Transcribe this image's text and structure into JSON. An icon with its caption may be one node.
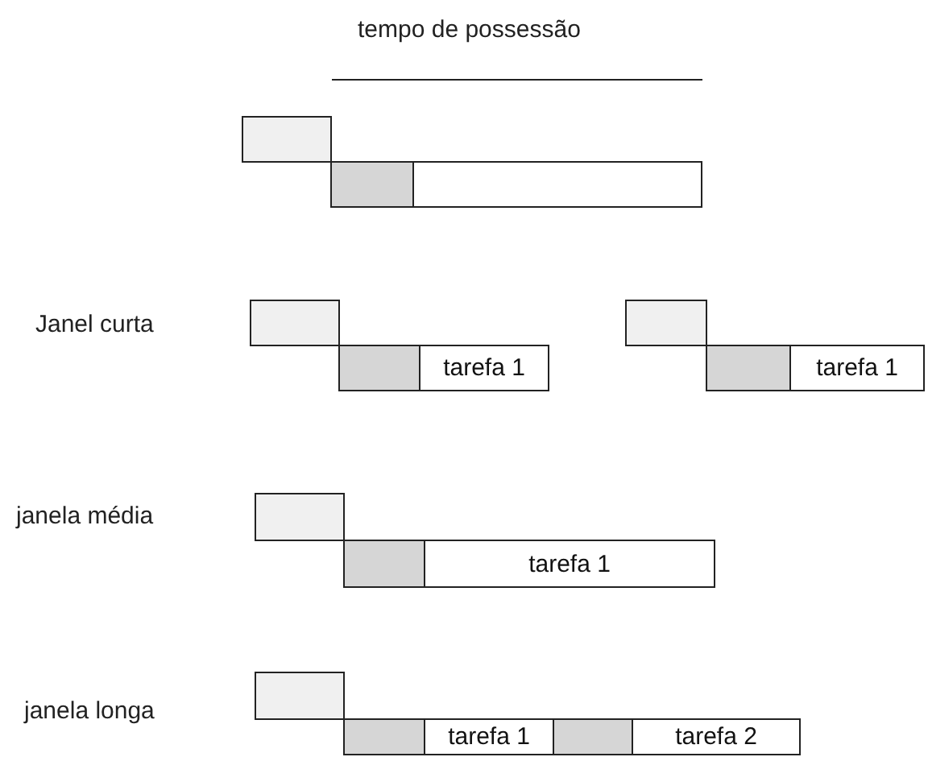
{
  "diagram": {
    "nodes": [
      {
        "text": [],
        "shape": "box"
      },
      {
        "text": [],
        "shape": "box"
      },
      {
        "text": [],
        "shape": "box"
      },
      {
        "text": [],
        "shape": "box"
      },
      {
        "text": [],
        "shape": "box"
      },
      {
        "text": [],
        "shape": "box"
      },
      {
        "text": [
          "tarefa 1"
        ]
      },
      {
        "text": [],
        "shape": "box"
      },
      {
        "text": [
          "tarefa 1"
        ]
      },
      {
        "text": [],
        "shape": "box"
      },
      {
        "text": [],
        "shape": "box"
      },
      {
        "text": [
          "tarefa 1"
        ]
      },
      {
        "text": [],
        "shape": "box"
      },
      {
        "text": [],
        "shape": "box"
      },
      {
        "text": [
          "tarefa 1"
        ]
      },
      {
        "text": [],
        "shape": "box"
      },
      {
        "text": [
          "tarefa 2"
        ]
      }
    ],
    "labels": [
      "tempo de possessão",
      "Janel curta",
      "janela média",
      "janela longa"
    ]
  }
}
